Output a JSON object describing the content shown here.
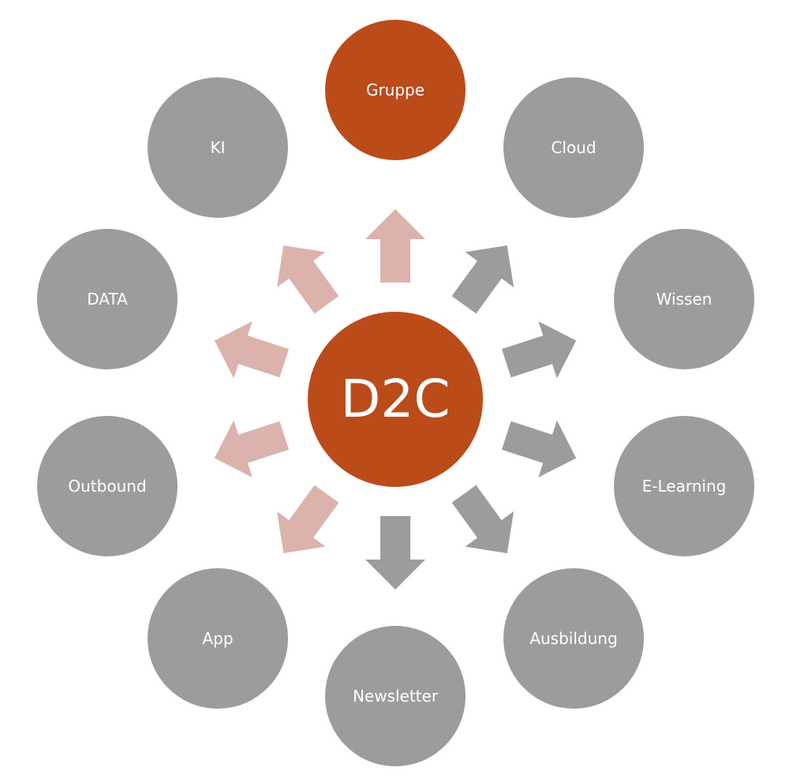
{
  "center": {
    "label": "D2C"
  },
  "nodes": [
    {
      "label": "Gruppe",
      "active": true
    },
    {
      "label": "Cloud",
      "active": false
    },
    {
      "label": "Wissen",
      "active": false
    },
    {
      "label": "E-Learning",
      "active": false
    },
    {
      "label": "Ausbildung",
      "active": false
    },
    {
      "label": "Newsletter",
      "active": false
    },
    {
      "label": "App",
      "active": false
    },
    {
      "label": "Outbound",
      "active": false
    },
    {
      "label": "DATA",
      "active": false
    },
    {
      "label": "KI",
      "active": false
    }
  ],
  "arrows": [
    {
      "target": "Gruppe",
      "style": "highlight"
    },
    {
      "target": "Cloud",
      "style": "default"
    },
    {
      "target": "Wissen",
      "style": "default"
    },
    {
      "target": "E-Learning",
      "style": "default"
    },
    {
      "target": "Ausbildung",
      "style": "default"
    },
    {
      "target": "Newsletter",
      "style": "default"
    },
    {
      "target": "App",
      "style": "highlight"
    },
    {
      "target": "Outbound",
      "style": "highlight"
    },
    {
      "target": "DATA",
      "style": "highlight"
    },
    {
      "target": "KI",
      "style": "highlight"
    }
  ],
  "colors": {
    "accent": "#bc4b1a",
    "node_gray": "#9b9c9e",
    "arrow_default": "#9b9c9e",
    "arrow_highlight": "#dcb2ad",
    "text": "#ffffff"
  }
}
